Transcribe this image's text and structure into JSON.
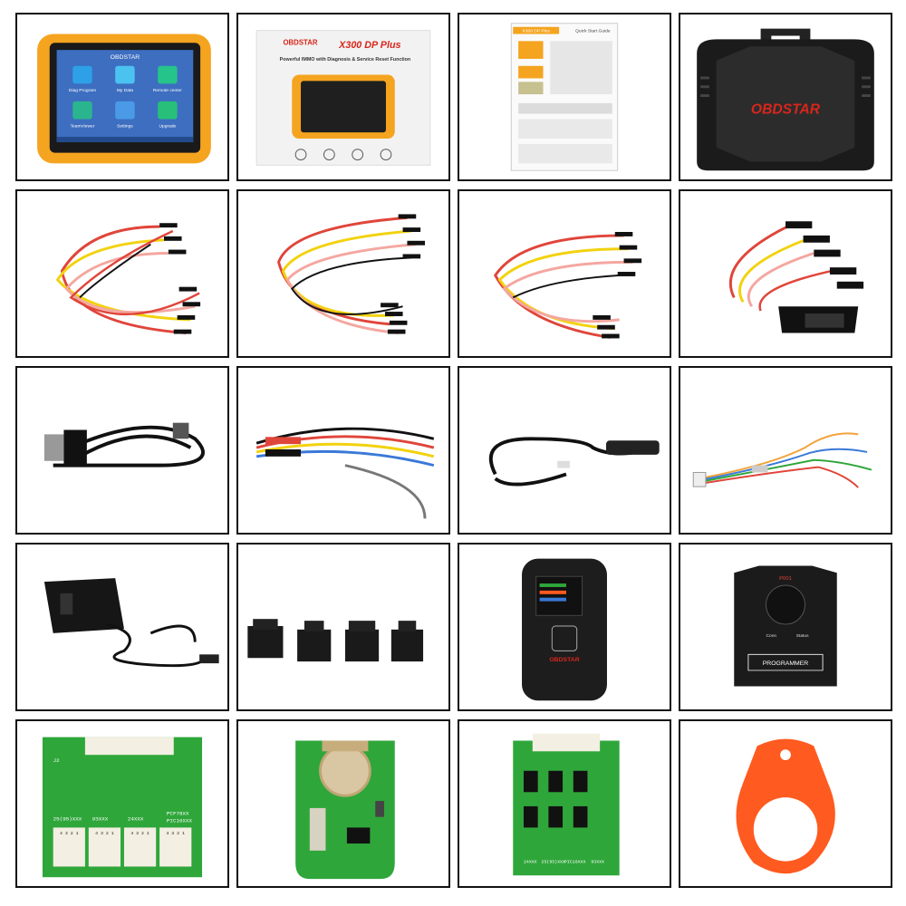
{
  "tablet": {
    "brand": "OBDSTAR",
    "apps": [
      "Diag Program",
      "My Data",
      "Remote center",
      "TeamViewer",
      "Settings",
      "Upgrade"
    ]
  },
  "box": {
    "brand": "OBDSTAR",
    "model": "X300 DP Plus",
    "tagline": "Powerful IMMO with Diagnosis & Service Reset Function"
  },
  "guide": {
    "model": "X300 DP Plus",
    "title": "Quick Start Guide"
  },
  "case": {
    "brand": "OBDSTAR"
  },
  "remote_tester": {
    "brand": "OBDSTAR"
  },
  "key_programmer": {
    "model": "P001",
    "label": "PROGRAMMER",
    "conn": "Conn",
    "status": "Status"
  },
  "adapter_board": {
    "j2": "J2",
    "rows": [
      "25(95)XXX",
      "93XXX",
      "24XXX",
      "PCF78XX",
      "PIC16XXX"
    ],
    "pins": "4 3 2 1"
  },
  "socket_board": {
    "labels": [
      "24XXX",
      "25(95)XXX",
      "PIC16XXX",
      "93XXX"
    ]
  },
  "colors": {
    "tablet_frame": "#f5a41f",
    "board_green": "#2fa63a",
    "tag_orange": "#ff5a1f",
    "wire_red": "#e0453a",
    "wire_yellow": "#f2d20f",
    "brand_red": "#d8261c"
  }
}
